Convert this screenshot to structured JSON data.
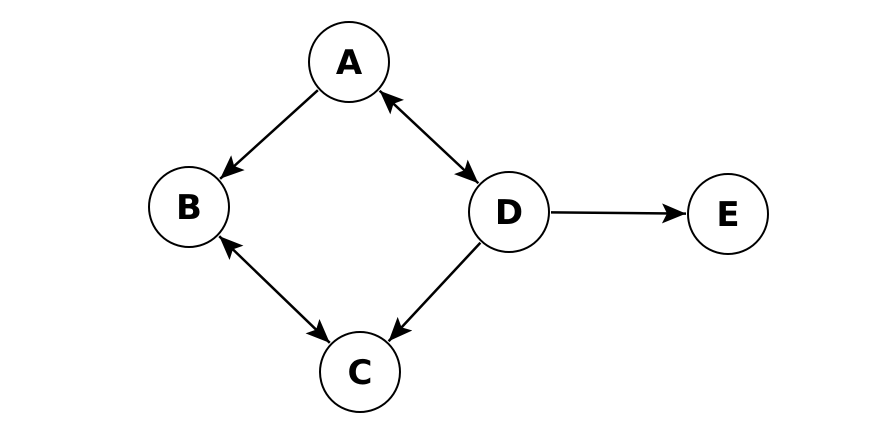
{
  "diagram": {
    "type": "directed-graph",
    "nodes": [
      {
        "id": "A",
        "label": "A"
      },
      {
        "id": "B",
        "label": "B"
      },
      {
        "id": "C",
        "label": "C"
      },
      {
        "id": "D",
        "label": "D"
      },
      {
        "id": "E",
        "label": "E"
      }
    ],
    "edges": [
      {
        "from": "A",
        "to": "B",
        "bidirectional": false
      },
      {
        "from": "A",
        "to": "D",
        "bidirectional": true
      },
      {
        "from": "B",
        "to": "C",
        "bidirectional": true
      },
      {
        "from": "D",
        "to": "C",
        "bidirectional": false
      },
      {
        "from": "D",
        "to": "E",
        "bidirectional": false
      }
    ],
    "colors": {
      "stroke": "#000000",
      "fill": "#ffffff"
    }
  }
}
